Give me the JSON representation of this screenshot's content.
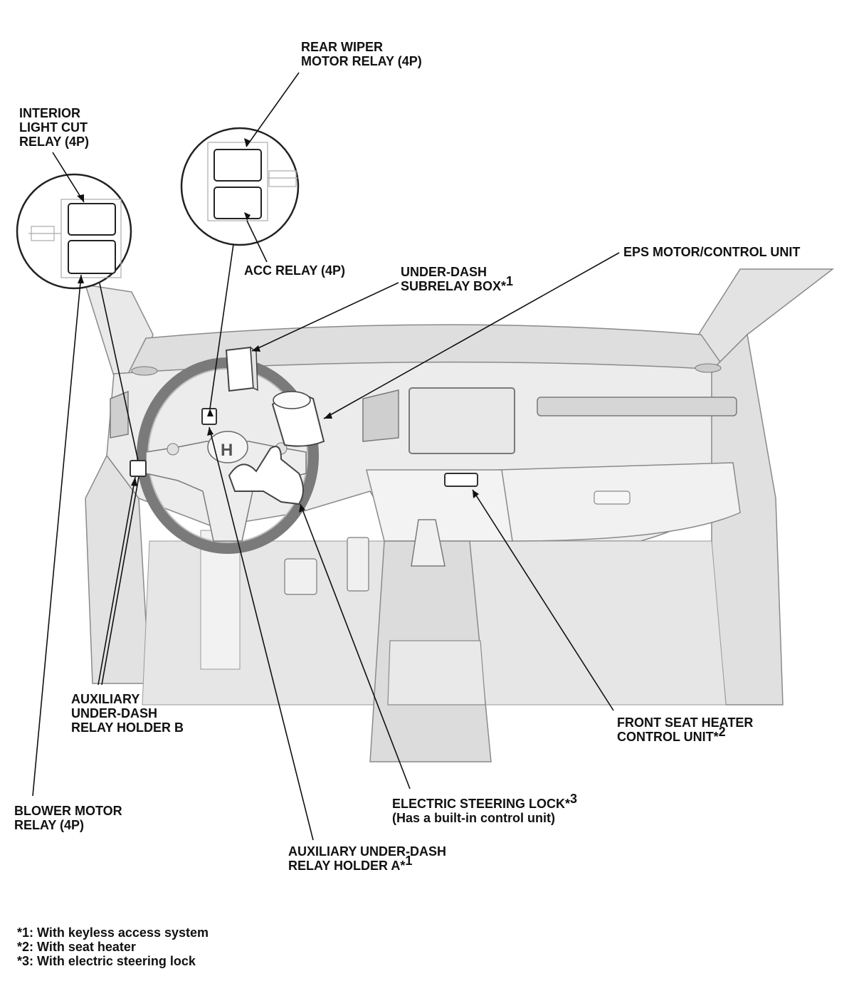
{
  "labels": {
    "rear_wiper_motor_relay": [
      "REAR WIPER",
      "MOTOR RELAY (4P)"
    ],
    "interior_light_cut_relay": [
      "INTERIOR",
      "LIGHT CUT",
      "RELAY (4P)"
    ],
    "acc_relay": [
      "ACC RELAY (4P)"
    ],
    "under_dash_subrelay_box": [
      "UNDER-DASH",
      "SUBRELAY BOX*"
    ],
    "under_dash_subrelay_box_sup": "1",
    "eps_motor_control_unit": [
      "EPS MOTOR/CONTROL UNIT"
    ],
    "auxiliary_relay_holder_b": [
      "AUXILIARY",
      "UNDER-DASH",
      "RELAY HOLDER B"
    ],
    "front_seat_heater_control_unit": [
      "FRONT SEAT HEATER",
      "CONTROL UNIT*"
    ],
    "front_seat_heater_sup": "2",
    "electric_steering_lock": [
      "ELECTRIC STEERING LOCK*",
      "(Has a built-in control unit)"
    ],
    "electric_steering_lock_sup": "3",
    "blower_motor_relay": [
      "BLOWER MOTOR",
      "RELAY (4P)"
    ],
    "auxiliary_relay_holder_a": [
      "AUXILIARY UNDER-DASH",
      "RELAY HOLDER A*"
    ],
    "auxiliary_relay_holder_a_sup": "1"
  },
  "footnotes": [
    "*1: With keyless access system",
    "*2: With seat heater",
    "*3: With electric steering lock"
  ]
}
